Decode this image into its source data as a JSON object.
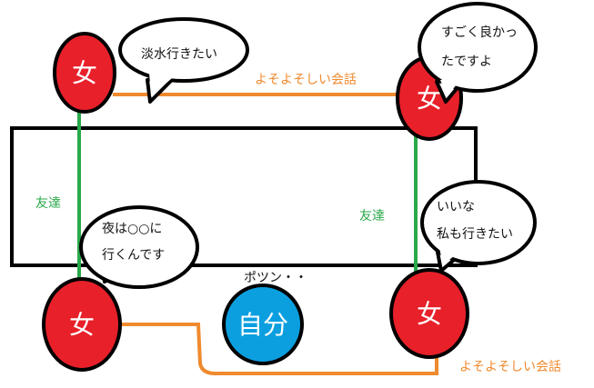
{
  "colors": {
    "woman": "#e8202a",
    "self": "#0b9fe0",
    "friend_line": "#2aa84a",
    "distant_line": "#f08a2e"
  },
  "nodes": {
    "woman_label": "女",
    "self_label": "自分"
  },
  "relations": {
    "distant_top": "よそよそしい会話",
    "distant_bottom": "よそよそしい会話",
    "friend_left": "友達",
    "friend_right": "友達"
  },
  "alone_text": "ポツン・・",
  "bubbles": {
    "top_left": [
      "淡水行きたい"
    ],
    "top_right": [
      "すごく良かっ",
      "たですよ"
    ],
    "bottom_left": [
      "夜は○○に",
      "行くんです"
    ],
    "bottom_right": [
      "いいな",
      "私も行きたい"
    ]
  }
}
